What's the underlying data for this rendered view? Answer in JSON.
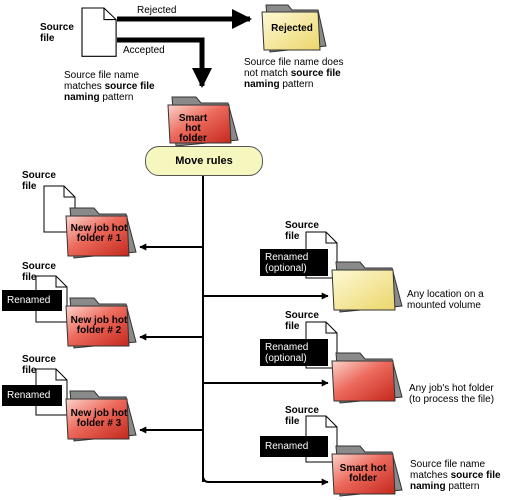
{
  "top": {
    "source_label": "Source file",
    "rejected_arrow_label": "Rejected",
    "accepted_arrow_label": "Accepted",
    "rejected_folder_label": "Rejected",
    "rejected_note": {
      "pre": "Source file name does not match ",
      "bold": "source file naming",
      "post": " pattern"
    },
    "accepted_note": {
      "pre": "Source file name matches ",
      "bold": "source file naming",
      "post": " pattern"
    },
    "smart_folder_label": "Smart hot folder"
  },
  "move_rules_label": "Move rules",
  "left_branch": [
    {
      "source_label": "Source file",
      "badge": "",
      "folder_label": "New job hot folder # 1"
    },
    {
      "source_label": "Source file",
      "badge": "Renamed",
      "folder_label": "New job hot folder # 2"
    },
    {
      "source_label": "Source file",
      "badge": "Renamed",
      "folder_label": "New job hot folder # 3"
    }
  ],
  "right_branch": [
    {
      "source_label": "Source file",
      "badge": "Renamed (optional)",
      "folder_label": "",
      "caption": "Any location on a mounted volume"
    },
    {
      "source_label": "Source file",
      "badge": "Renamed (optional)",
      "folder_label": "",
      "caption": "Any job's hot folder (to process the file)"
    },
    {
      "source_label": "Source file",
      "badge": "Renamed",
      "folder_label": "Smart hot folder",
      "caption_rich": {
        "pre": "Source file name matches ",
        "bold": "source file naming",
        "post": " pattern"
      }
    }
  ],
  "colors": {
    "red_folder": "#e0392b",
    "yellow_folder": "#f0e27e",
    "rules_box": "#f6f6bf",
    "badge": "#000000"
  }
}
